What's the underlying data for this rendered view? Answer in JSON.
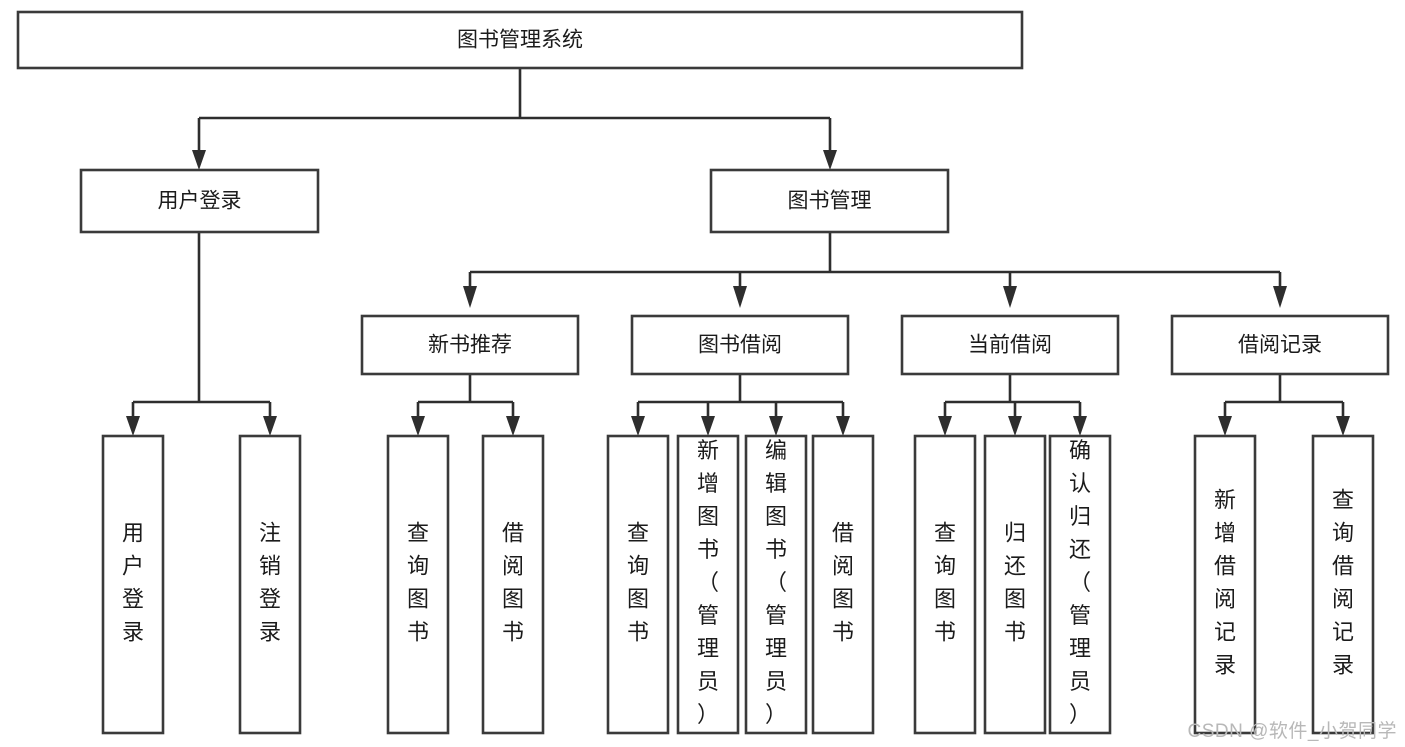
{
  "diagram": {
    "type": "tree",
    "orientation": "top-down",
    "title_node": "图书管理系统",
    "watermark": "CSDN @软件_小贺同学",
    "nodes": {
      "root": {
        "label": "图书管理系统",
        "level": 0,
        "orientation": "horizontal"
      },
      "l1": [
        {
          "id": "user-login",
          "label": "用户登录",
          "orientation": "horizontal"
        },
        {
          "id": "book-manage",
          "label": "图书管理",
          "orientation": "horizontal"
        }
      ],
      "l2": [
        {
          "id": "new-book-recommend",
          "label": "新书推荐",
          "parent": "book-manage",
          "orientation": "horizontal"
        },
        {
          "id": "book-borrow",
          "label": "图书借阅",
          "parent": "book-manage",
          "orientation": "horizontal"
        },
        {
          "id": "current-borrow",
          "label": "当前借阅",
          "parent": "book-manage",
          "orientation": "horizontal"
        },
        {
          "id": "borrow-record",
          "label": "借阅记录",
          "parent": "book-manage",
          "orientation": "horizontal"
        }
      ],
      "leaves": [
        {
          "id": "leaf-user-login",
          "label": "用户登录",
          "parent": "user-login",
          "orientation": "vertical"
        },
        {
          "id": "leaf-user-logout",
          "label": "注销登录",
          "parent": "user-login",
          "orientation": "vertical"
        },
        {
          "id": "leaf-query-book-1",
          "label": "查询图书",
          "parent": "new-book-recommend",
          "orientation": "vertical"
        },
        {
          "id": "leaf-borrow-book-1",
          "label": "借阅图书",
          "parent": "new-book-recommend",
          "orientation": "vertical"
        },
        {
          "id": "leaf-query-book-2",
          "label": "查询图书",
          "parent": "book-borrow",
          "orientation": "vertical"
        },
        {
          "id": "leaf-add-book",
          "label": "新增图书（管理员）",
          "parent": "book-borrow",
          "orientation": "vertical"
        },
        {
          "id": "leaf-edit-book",
          "label": "编辑图书（管理员）",
          "parent": "book-borrow",
          "orientation": "vertical"
        },
        {
          "id": "leaf-borrow-book-2",
          "label": "借阅图书",
          "parent": "book-borrow",
          "orientation": "vertical"
        },
        {
          "id": "leaf-query-book-3",
          "label": "查询图书",
          "parent": "current-borrow",
          "orientation": "vertical"
        },
        {
          "id": "leaf-return-book",
          "label": "归还图书",
          "parent": "current-borrow",
          "orientation": "vertical"
        },
        {
          "id": "leaf-confirm-return",
          "label": "确认归还（管理员）",
          "parent": "current-borrow",
          "orientation": "vertical"
        },
        {
          "id": "leaf-add-record",
          "label": "新增借阅记录",
          "parent": "borrow-record",
          "orientation": "vertical"
        },
        {
          "id": "leaf-query-record",
          "label": "查询借阅记录",
          "parent": "borrow-record",
          "orientation": "vertical"
        }
      ]
    },
    "colors": {
      "box_stroke": "#3a3a3a",
      "box_fill": "#ffffff",
      "connector": "#2e2e2e",
      "text": "#1b1b1b",
      "watermark": "#b8b8b8",
      "background": "#ffffff"
    }
  }
}
